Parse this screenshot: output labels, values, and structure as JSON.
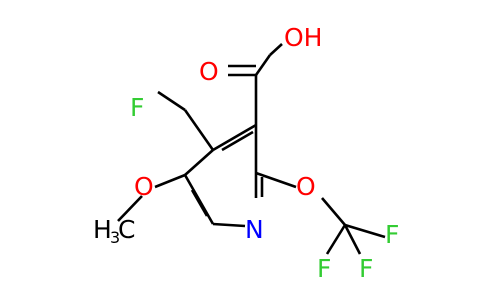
{
  "molecule": {
    "colors": {
      "bond": "#000000",
      "oxygen": "#ff0000",
      "nitrogen": "#0000ff",
      "fluorine": "#33cc33",
      "carbon": "#000000"
    },
    "labels": {
      "hydroxyl": "OH",
      "carbonyl_oxygen": "O",
      "fluorine_ch2f": "F",
      "methoxy_oxygen": "O",
      "methyl_h": "H",
      "methyl_sub": "3",
      "methyl_c": "C",
      "ring_nitrogen": "N",
      "ether_oxygen": "O",
      "cf3_f_top": "F",
      "cf3_f_left": "F",
      "cf3_f_right": "F"
    }
  }
}
